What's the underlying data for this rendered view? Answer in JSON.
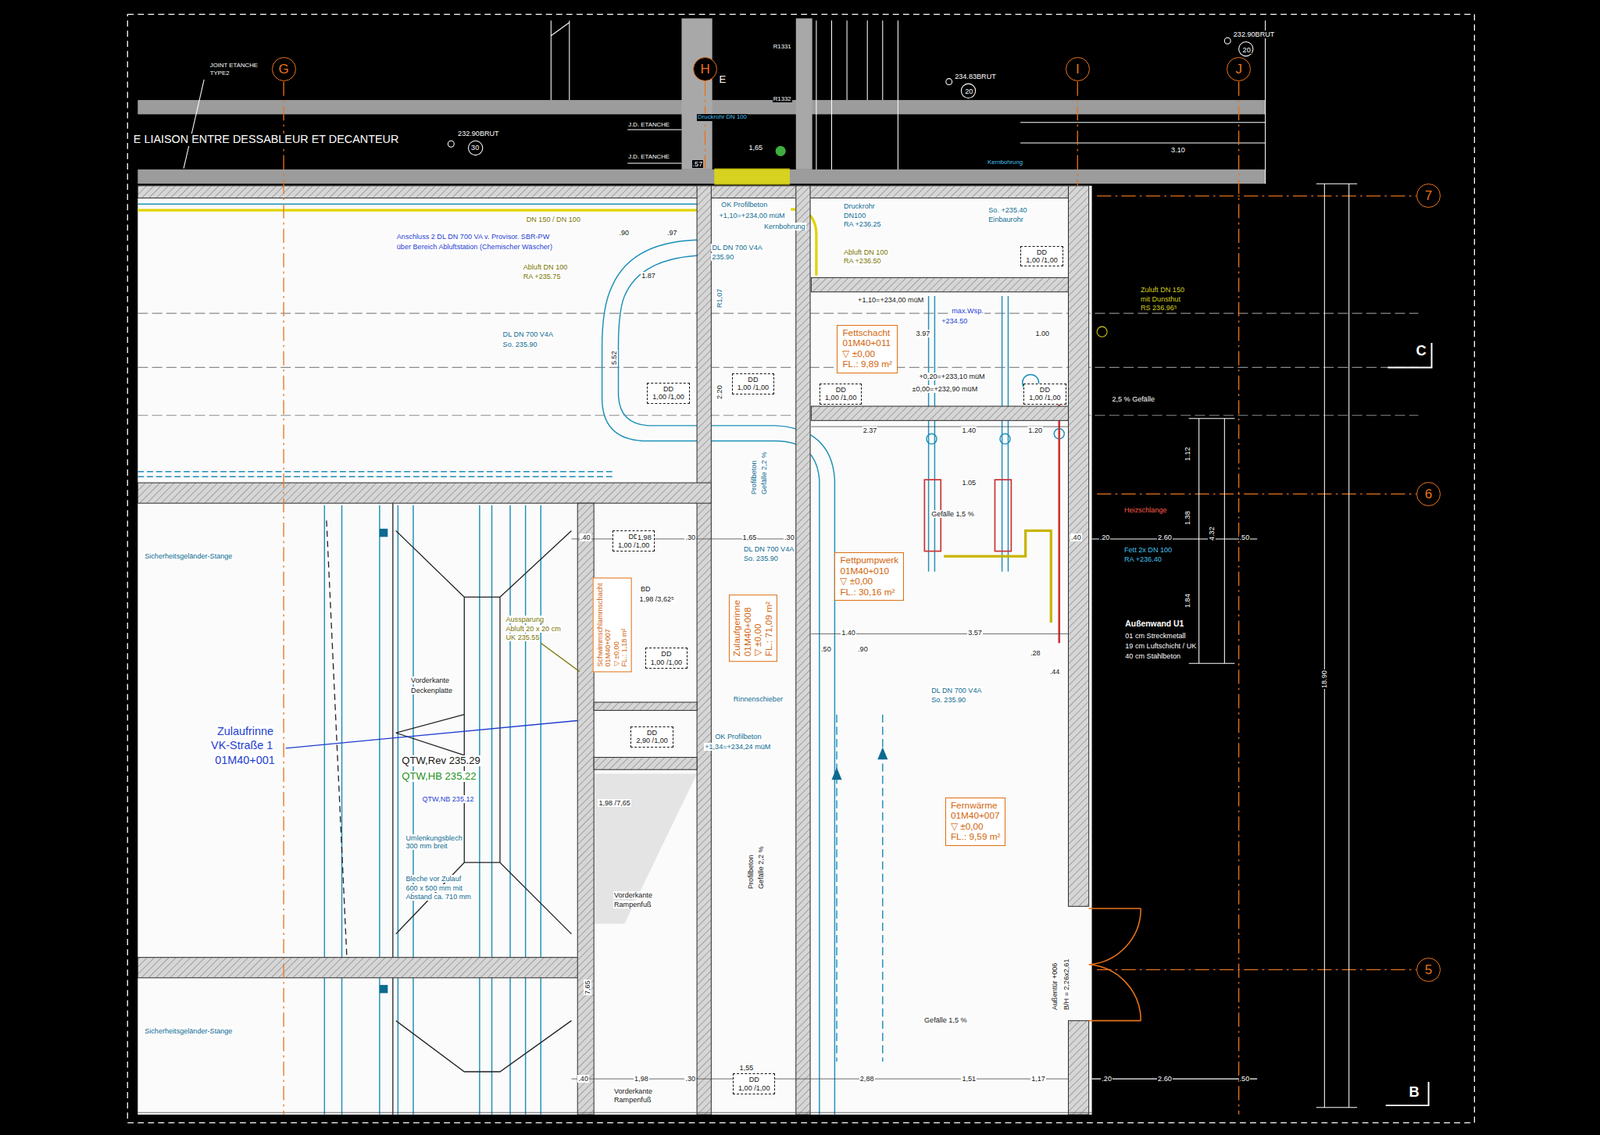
{
  "diagram": {
    "nodes": [
      {
        "text": [
          "G"
        ]
      },
      {
        "text": [
          "H"
        ]
      },
      {
        "text": [
          "I"
        ]
      },
      {
        "text": [
          "J"
        ]
      },
      {
        "text": [
          "7"
        ]
      },
      {
        "text": [
          "6"
        ]
      },
      {
        "text": [
          "5"
        ]
      },
      {
        "text": [
          "Fettschacht",
          "01M40+011",
          "▽ ±0,00",
          "FL.: 9,89 m²"
        ]
      },
      {
        "text": [
          "Fettpumpwerk",
          "01M40+010",
          "▽ ±0,00",
          "FL.: 30,16 m²"
        ]
      },
      {
        "text": [
          "Zulaufgerinne",
          "01M40+008",
          "▽ ±0,00",
          "FL.: 71,09 m²"
        ]
      },
      {
        "text": [
          "Schwimmschlammschacht",
          "01M40+007",
          "▽ ±0,00",
          "FL.: 1,18 m²"
        ]
      },
      {
        "text": [
          "Fernwärme",
          "01M40+007",
          "▽ ±0,00",
          "FL.: 9,59 m²"
        ]
      },
      {
        "text": [
          "DD",
          "1,00 /1,00"
        ]
      },
      {
        "text": [
          "DD",
          "1,00 /1,00"
        ]
      },
      {
        "text": [
          "DD",
          "1,00 /1,00"
        ]
      },
      {
        "text": [
          "DD",
          "1,00 /1,00"
        ]
      },
      {
        "text": [
          "DD",
          "1,00 /1,00"
        ]
      },
      {
        "text": [
          "DD",
          "1,00 /1,00"
        ]
      },
      {
        "text": [
          "DD",
          "1,00 /1,00"
        ]
      },
      {
        "text": [
          "DD",
          "2,90 /1,00"
        ]
      },
      {
        "text": [
          "DD",
          "1,00 /1,00"
        ]
      }
    ],
    "labels": [
      "JOINT ETANCHE",
      "TYPE2",
      "E LIAISON ENTRE DESSABLEUR ET DECANTEUR",
      "232.90BRUT",
      "30",
      "J.D. ETANCHE",
      "J.D. ETANCHE",
      "R1331",
      "R1332",
      "E",
      "234.83BRUT",
      "20",
      "232.90BRUT",
      "20",
      "Druckrohr DN 100",
      "1,65",
      ".57",
      "3.10",
      "Kernbohrung",
      "DN 150 / DN 100",
      "Anschluss 2 DL DN 700 VA v. Provisor. SBR-PW",
      "über Bereich Abluftstation (Chemischer Wäscher)",
      ".90",
      ".97",
      "DL DN 700 V4A",
      "235.90",
      "Abluft DN 100",
      "RA +235.75",
      "1.87",
      "R1,07",
      "DL DN 700 V4A",
      "So. 235.90",
      "5.52",
      "2.20",
      "OK Profilbeton",
      "+1,10=+234,00 müM",
      "Kernbohrung",
      "Druckrohr",
      "DN100",
      "RA +236.25",
      "Abluft DN 100",
      "RA +236.50",
      "So. +235.40",
      "Einbaurohr",
      "Zuluft DN 150",
      "mit Dunsthut",
      "RS 236.96⁵",
      "+1,10=+234,00 müM",
      "max.Wsp.",
      "+234.50",
      "3.97",
      "1.00",
      "+0,20=+233,10 müM",
      "±0,00=+232,90 müM",
      "2,5 % Gefälle",
      "C",
      "2.37",
      "1.40",
      "1.20",
      "1.05",
      "Gefälle 1,5 %",
      "Heizschlange",
      "Fett 2x DN 100",
      "RA +236.40",
      ".40",
      ".20",
      "2.60",
      ".50",
      "1.12",
      "1.38",
      "4.32",
      "1.84",
      "Außenwand U1",
      "01 cm   Streckmetall",
      "19 cm   Luftschicht / UK",
      "40 cm   Stahlbeton",
      ".28",
      ".44",
      "3.57",
      "1.40",
      ".50",
      ".90",
      "DL DN 700 V4A",
      "So. 235.90",
      ".40",
      "1,98",
      ".30",
      "1,65",
      ".30",
      "DL DN 700 V4A",
      "So. 235.90",
      "Profilbeton",
      "Gefälle 2,2 %",
      "BD",
      "1,98 /3,62⁵",
      "Aussparung",
      "Abluft 20 x 20 cm",
      "UK 235.55",
      "Rinnenschieber",
      "OK Profilbeton",
      "+1,34=+234,24 müM",
      "Sicherheitsgeländer-Stange",
      "Vorderkante",
      "Deckenplatte",
      "Zulaufrinne",
      "VK-Straße 1",
      "01M40+001",
      "QTW,Rev 235.29",
      "QTW,HB 235.22",
      "QTW,NB 235.12",
      "1,98 /7,65",
      "Umlenkungsblech",
      "300 mm breit",
      "Bleche vor Zulauf",
      "600 x 500 mm mit",
      "Abstand ca. 710 mm",
      "Vorderkante",
      "Rampenfuß",
      "Profilbeton",
      "Gefälle 2,2 %",
      "7,65",
      "Außentür +006",
      "B/H = 2,26x2,61",
      "Gefälle 1,5 %",
      "Sicherheitsgeländer-Stange",
      ".40",
      "1,98",
      ".30",
      "1,55",
      "2,88",
      "1,51",
      "1,17",
      ".20",
      "2.60",
      ".50",
      "Vorderkante",
      "Rampenfuß",
      "18.90",
      "B"
    ]
  }
}
